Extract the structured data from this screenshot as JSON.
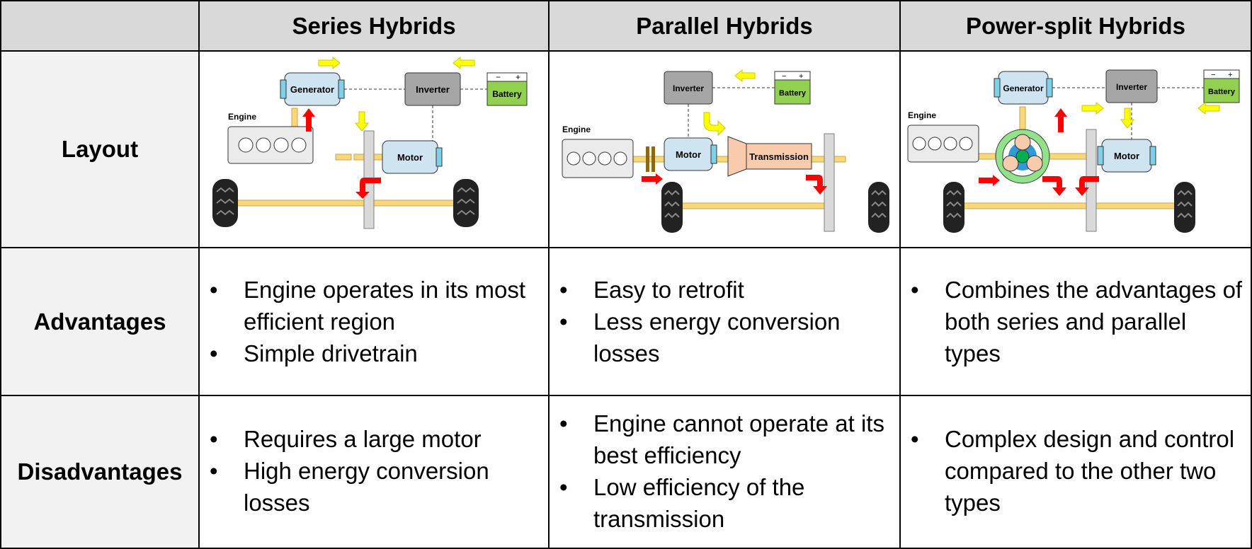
{
  "headers": {
    "corner": "",
    "series": "Series Hybrids",
    "parallel": "Parallel Hybrids",
    "powersplit": "Power-split Hybrids"
  },
  "rows": {
    "layout": "Layout",
    "advantages": "Advantages",
    "disadvantages": "Disadvantages"
  },
  "advantages": {
    "series": [
      "Engine operates in its most efficient region",
      "Simple drivetrain"
    ],
    "parallel": [
      "Easy to retrofit",
      "Less energy conversion losses"
    ],
    "powersplit": [
      "Combines the advantages of both series and parallel types"
    ]
  },
  "disadvantages": {
    "series": [
      "Requires a large motor",
      "High energy conversion losses"
    ],
    "parallel": [
      "Engine cannot operate at its best efficiency",
      "Low efficiency of the transmission"
    ],
    "powersplit": [
      "Complex design and control compared to the other two types"
    ]
  },
  "diagram_labels": {
    "generator": "Generator",
    "inverter": "Inverter",
    "battery": "Battery",
    "motor": "Motor",
    "engine": "Engine",
    "transmission": "Transmission",
    "minus": "−",
    "plus": "+"
  },
  "colors": {
    "header_bg": "#d9d9d9",
    "rowheader_bg": "#f2f2f2",
    "shaft": "#f7d77a",
    "component_blue": "#cfe4f1",
    "end_cap": "#7fd0ea",
    "inverter_gray": "#a6a6a6",
    "battery_green": "#92d050",
    "transmission_peach": "#f8cbad",
    "arrow_red": "#ff0000",
    "arrow_yellow": "#ffff00",
    "planetary_green": "#92e28c"
  }
}
